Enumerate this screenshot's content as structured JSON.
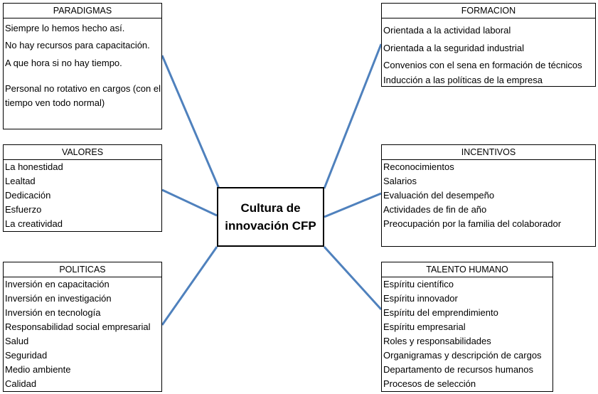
{
  "center": {
    "title": "Cultura de innovación CFP"
  },
  "paradigmas": {
    "header": "PARADIGMAS",
    "items": [
      "Siempre lo hemos hecho así.",
      "No hay recursos para capacitación.",
      "A que hora si no hay tiempo.",
      "Personal no rotativo en cargos (con el tiempo ven todo normal)"
    ]
  },
  "formacion": {
    "header": "FORMACION",
    "items": [
      "Orientada a la actividad laboral",
      "Orientada a la seguridad industrial",
      "Convenios con el sena en formación de técnicos",
      "Inducción a las políticas de la empresa"
    ]
  },
  "valores": {
    "header": "VALORES",
    "items": [
      "La honestidad",
      "Lealtad",
      "Dedicación",
      "Esfuerzo",
      "La creatividad"
    ]
  },
  "incentivos": {
    "header": "INCENTIVOS",
    "items": [
      "Reconocimientos",
      "Salarios",
      "Evaluación del desempeño",
      "Actividades de fin de año",
      "Preocupación por la familia del colaborador"
    ]
  },
  "politicas": {
    "header": "POLITICAS",
    "items": [
      "Inversión en capacitación",
      "Inversión en investigación",
      "Inversión en tecnología",
      "Responsabilidad social empresarial",
      "Salud",
      "Seguridad",
      "Medio ambiente",
      "Calidad"
    ]
  },
  "talento": {
    "header": "TALENTO HUMANO",
    "items": [
      "Espíritu científico",
      "Espíritu innovador",
      "Espíritu del emprendimiento",
      "Espíritu empresarial",
      "Roles y responsabilidades",
      "Organigramas y descripción de cargos",
      "Departamento de recursos humanos",
      "Procesos de selección"
    ]
  },
  "connector_color": "#4f81bd"
}
